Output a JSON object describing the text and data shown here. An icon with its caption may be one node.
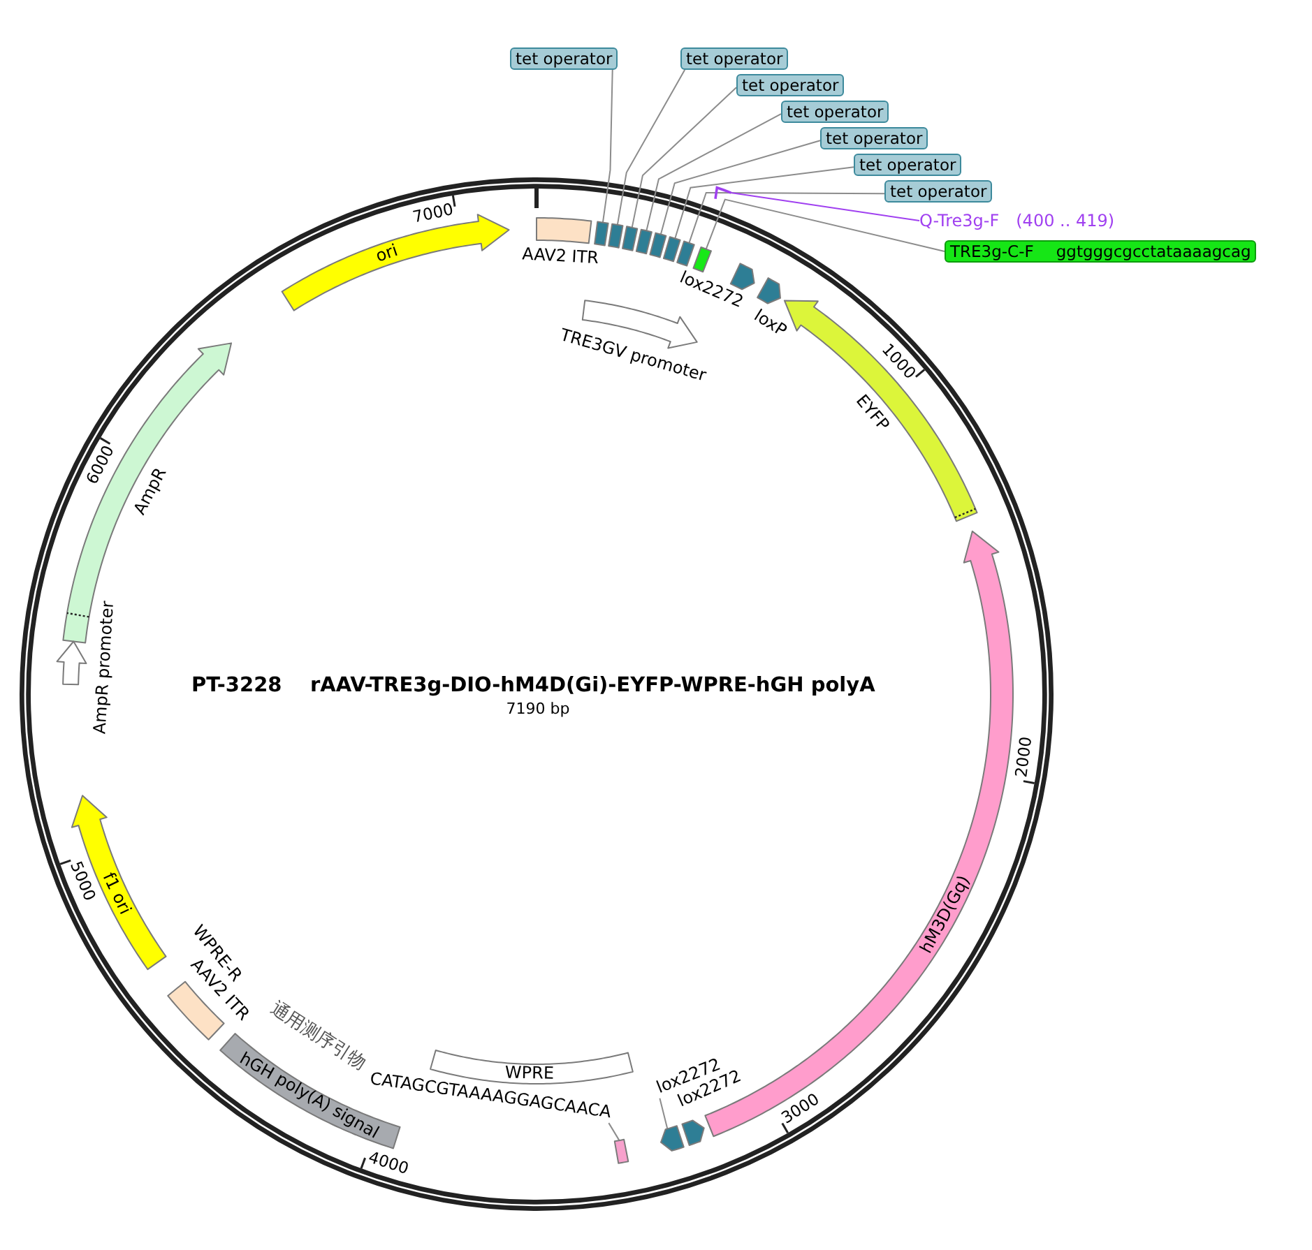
{
  "diagram": {
    "title": "rAAV-TRE3g-DIO-hM4D(Gi)-EYFP-WPRE-hGH polyA",
    "nodes": [
      {
        "text": [
          "tet operator"
        ]
      },
      {
        "text": [
          "tet operator"
        ]
      },
      {
        "text": [
          "tet operator"
        ]
      },
      {
        "text": [
          "tet operator"
        ]
      },
      {
        "text": [
          "tet operator"
        ]
      },
      {
        "text": [
          "tet operator"
        ]
      },
      {
        "text": [
          "tet operator"
        ]
      },
      {
        "text": [
          "Q-Tre3g-F",
          "(400 .. 419)"
        ]
      },
      {
        "text": [
          "TRE3g-C-F",
          "ggtgggcgcctataaaagcag"
        ]
      },
      {
        "text": [],
        "shape": "arrow"
      },
      {
        "text": [
          "ori"
        ]
      },
      {
        "text": [
          "AAV2 ITR"
        ]
      },
      {
        "text": [],
        "shape": "box"
      },
      {
        "text": [],
        "shape": "box"
      },
      {
        "text": [],
        "shape": "box"
      },
      {
        "text": [],
        "shape": "box"
      },
      {
        "text": [],
        "shape": "box"
      },
      {
        "text": [],
        "shape": "box"
      },
      {
        "text": [],
        "shape": "box"
      },
      {
        "text": [],
        "shape": "box"
      },
      {
        "text": [
          "lox2272"
        ]
      },
      {
        "text": [
          "loxP"
        ]
      },
      {
        "text": [
          "TRE3GV promoter"
        ]
      },
      {
        "text": [
          "EYFP"
        ]
      },
      {
        "text": [
          "hM3D(Gq)"
        ]
      },
      {
        "text": [
          "AmpR"
        ]
      },
      {
        "text": [
          "AmpR promoter"
        ]
      },
      {
        "text": [
          "f1 ori"
        ]
      },
      {
        "text": [
          "AAV2 ITR"
        ]
      },
      {
        "text": [
          "hGH poly(A) signal"
        ]
      },
      {
        "text": [
          "WPRE"
        ]
      },
      {
        "text": [
          "CATAGCGTAAAAGGAGCAACA"
        ]
      },
      {
        "text": [],
        "shape": "box"
      },
      {
        "text": [
          "lox2272"
        ]
      },
      {
        "text": [],
        "shape": "arrow"
      },
      {
        "text": [
          "lox2272"
        ]
      }
    ],
    "edges": [
      {
        "from": 0,
        "to": 12,
        "arrow": "none"
      },
      {
        "from": 1,
        "to": 13,
        "arrow": "none"
      },
      {
        "from": 2,
        "to": 14,
        "arrow": "none"
      },
      {
        "from": 3,
        "to": 15,
        "arrow": "none"
      },
      {
        "from": 4,
        "to": 16,
        "arrow": "none"
      },
      {
        "from": 5,
        "to": 17,
        "arrow": "none"
      },
      {
        "from": 6,
        "to": 18,
        "arrow": "none"
      },
      {
        "from": 7,
        "to": 9,
        "arrow": "none",
        "color": "#a040f0"
      },
      {
        "from": 8,
        "to": 19,
        "arrow": "none"
      },
      {
        "from": 31,
        "to": 32,
        "arrow": "none"
      },
      {
        "from": 33,
        "to": 34,
        "arrow": "none"
      }
    ],
    "labels": [
      "7000",
      "1000",
      "6000",
      "PT-3228",
      "7190 bp",
      "2000",
      "5000",
      "WPRE-R",
      "通用测序引物",
      "3000",
      "4000"
    ]
  }
}
